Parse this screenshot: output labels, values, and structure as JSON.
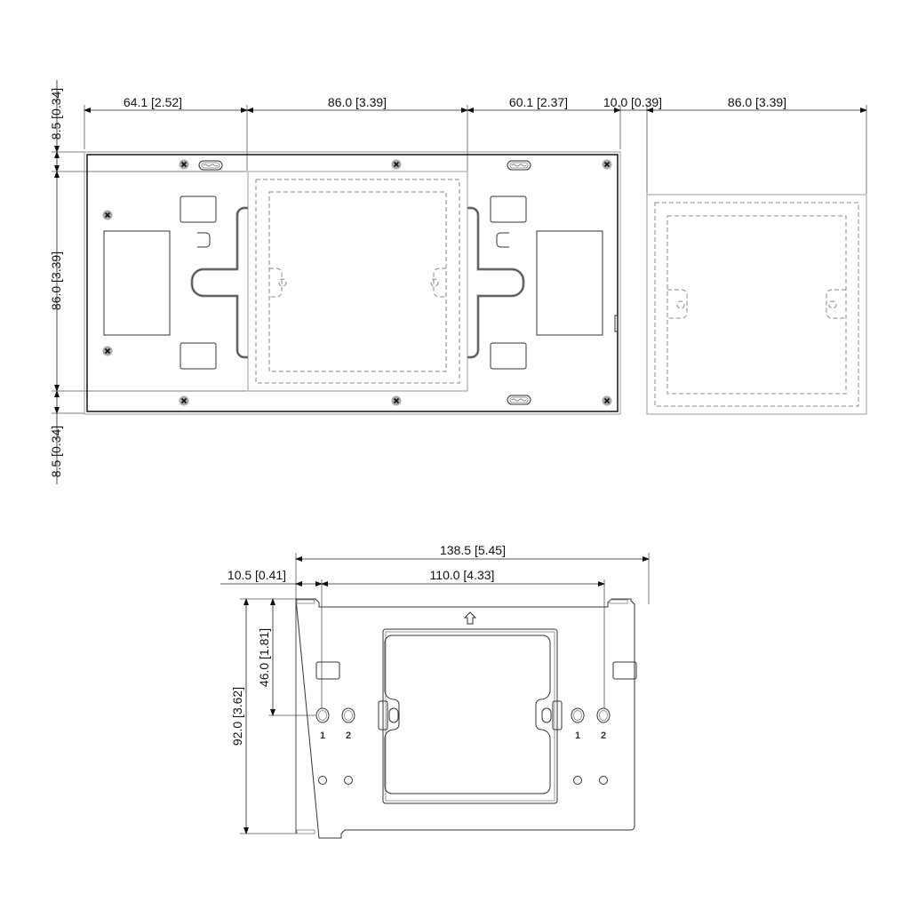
{
  "drawing": {
    "top_view": {
      "dims_horizontal": [
        {
          "label": "64.1  [2.52]"
        },
        {
          "label": "86.0  [3.39]"
        },
        {
          "label": "60.1  [2.37]"
        },
        {
          "label": "10.0  [0.39]"
        },
        {
          "label": "86.0  [3.39]"
        }
      ],
      "dims_vertical": [
        {
          "label": "8.5  [0.34]"
        },
        {
          "label": "86.0  [3.39]"
        },
        {
          "label": "8.5  [0.34]"
        }
      ]
    },
    "bracket_view": {
      "dim_overall_width": "138.5 [5.45]",
      "dim_hole_spacing": "110.0 [4.33]",
      "dim_edge_offset": "10.5 [0.41]",
      "dim_height": "92.0 [3.62]",
      "dim_half_height": "46.0 [1.81]",
      "hole_labels_left": [
        "1",
        "2"
      ],
      "hole_labels_right": [
        "1",
        "2"
      ],
      "orientation_arrow": "up-arrow"
    }
  },
  "colors": {
    "line": "#222222",
    "hidden_line": "#888888",
    "screw": "#aaaaaa",
    "background": "#ffffff"
  }
}
